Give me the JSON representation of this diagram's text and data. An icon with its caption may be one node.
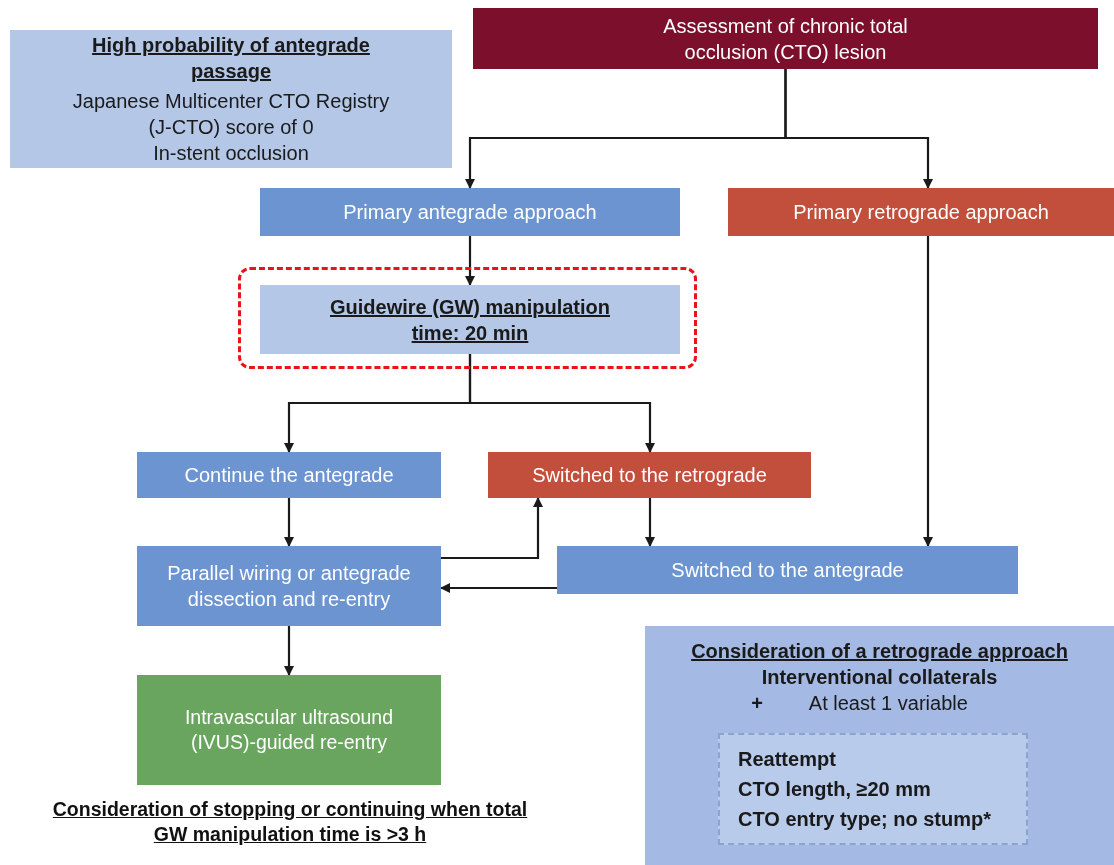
{
  "diagram": {
    "nodes": [
      {
        "text": [
          "High probability of antegrade passage",
          "Japanese Multicenter CTO Registry (J-CTO) score of 0",
          "In-stent occlusion"
        ]
      },
      {
        "text": [
          "Assessment of chronic total occlusion (CTO) lesion"
        ]
      },
      {
        "text": [
          "Primary antegrade approach"
        ]
      },
      {
        "text": [
          "Primary retrograde approach"
        ]
      },
      {
        "text": [],
        "shape": "box"
      },
      {
        "text": [
          "Guidewire (GW) manipulation time: 20 min"
        ],
        "in": 4
      },
      {
        "text": [
          "Continue the antegrade"
        ]
      },
      {
        "text": [
          "Switched to the retrograde"
        ]
      },
      {
        "text": [
          "Parallel wiring or antegrade dissection and re-entry"
        ]
      },
      {
        "text": [
          "Switched to the antegrade"
        ]
      },
      {
        "text": [
          "Intravascular ultrasound (IVUS)-guided re-entry"
        ]
      },
      {
        "text": [
          "Consideration of a retrograde approach",
          "Interventional collaterals",
          "+",
          "At least 1 variable"
        ]
      },
      {
        "text": [
          "Reattempt",
          "CTO length, ≥20 mm",
          "CTO entry type; no stump*"
        ],
        "in": 11
      }
    ],
    "edges": [
      {
        "from": 1,
        "to": 2,
        "arrow": "to"
      },
      {
        "from": 1,
        "to": 3,
        "arrow": "to"
      },
      {
        "from": 2,
        "to": 5,
        "arrow": "to"
      },
      {
        "from": 3,
        "to": 9,
        "arrow": "to"
      },
      {
        "from": 5,
        "to": 6,
        "arrow": "to"
      },
      {
        "from": 5,
        "to": 7,
        "arrow": "to"
      },
      {
        "from": 6,
        "to": 8,
        "arrow": "to"
      },
      {
        "from": 8,
        "to": 7,
        "arrow": "to"
      },
      {
        "from": 7,
        "to": 9,
        "arrow": "to"
      },
      {
        "from": 9,
        "to": 8,
        "arrow": "to"
      },
      {
        "from": 8,
        "to": 10,
        "arrow": "to"
      }
    ],
    "labels": [
      "Consideration of stopping or continuing when total GW manipulation time is >3 h"
    ]
  }
}
